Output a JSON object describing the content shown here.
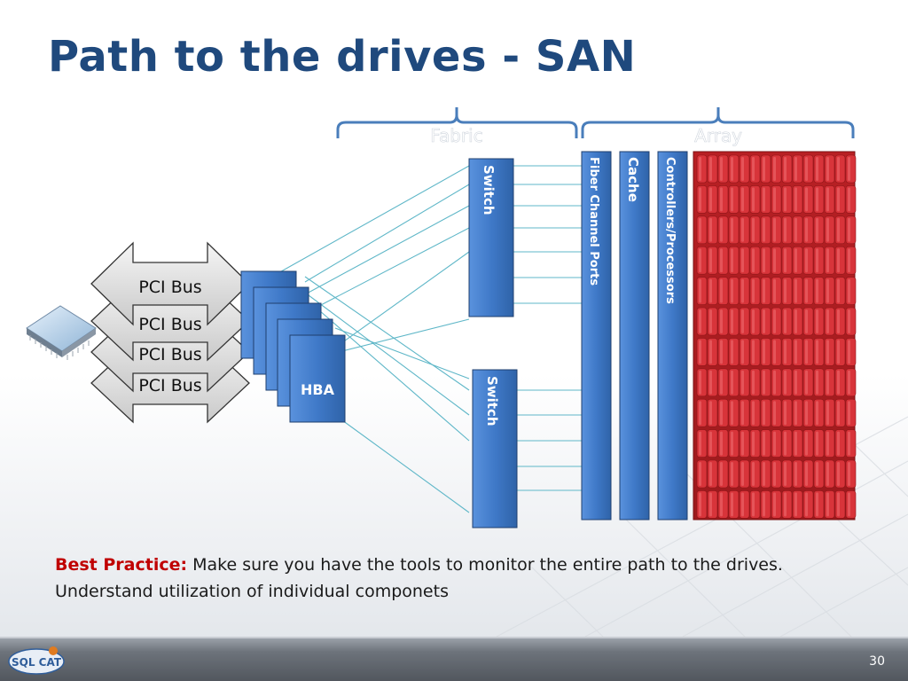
{
  "title": "Path to the drives - SAN",
  "brackets": {
    "fabric": "Fabric",
    "array": "Array"
  },
  "pci_bus_labels": [
    "PCI Bus",
    "PCI Bus",
    "PCI Bus",
    "PCI Bus"
  ],
  "hba_label": "HBA",
  "switch_labels": [
    "Switch",
    "Switch"
  ],
  "array_columns": {
    "fiber_channel_ports": "Fiber Channel Ports",
    "cache": "Cache",
    "controllers": "Controllers/Processors"
  },
  "best_practice": {
    "label": "Best Practice:",
    "text": " Make sure you have the tools to monitor the entire path to the drives. Understand utilization of individual componets"
  },
  "footer": {
    "logo_text": "SQL CAT",
    "page_number": "30"
  },
  "colors": {
    "title": "#1f497d",
    "blue_box": "#3f79c8",
    "drive_red": "#c8282c",
    "cable": "#5fb7c8",
    "accent_red": "#c00000"
  }
}
